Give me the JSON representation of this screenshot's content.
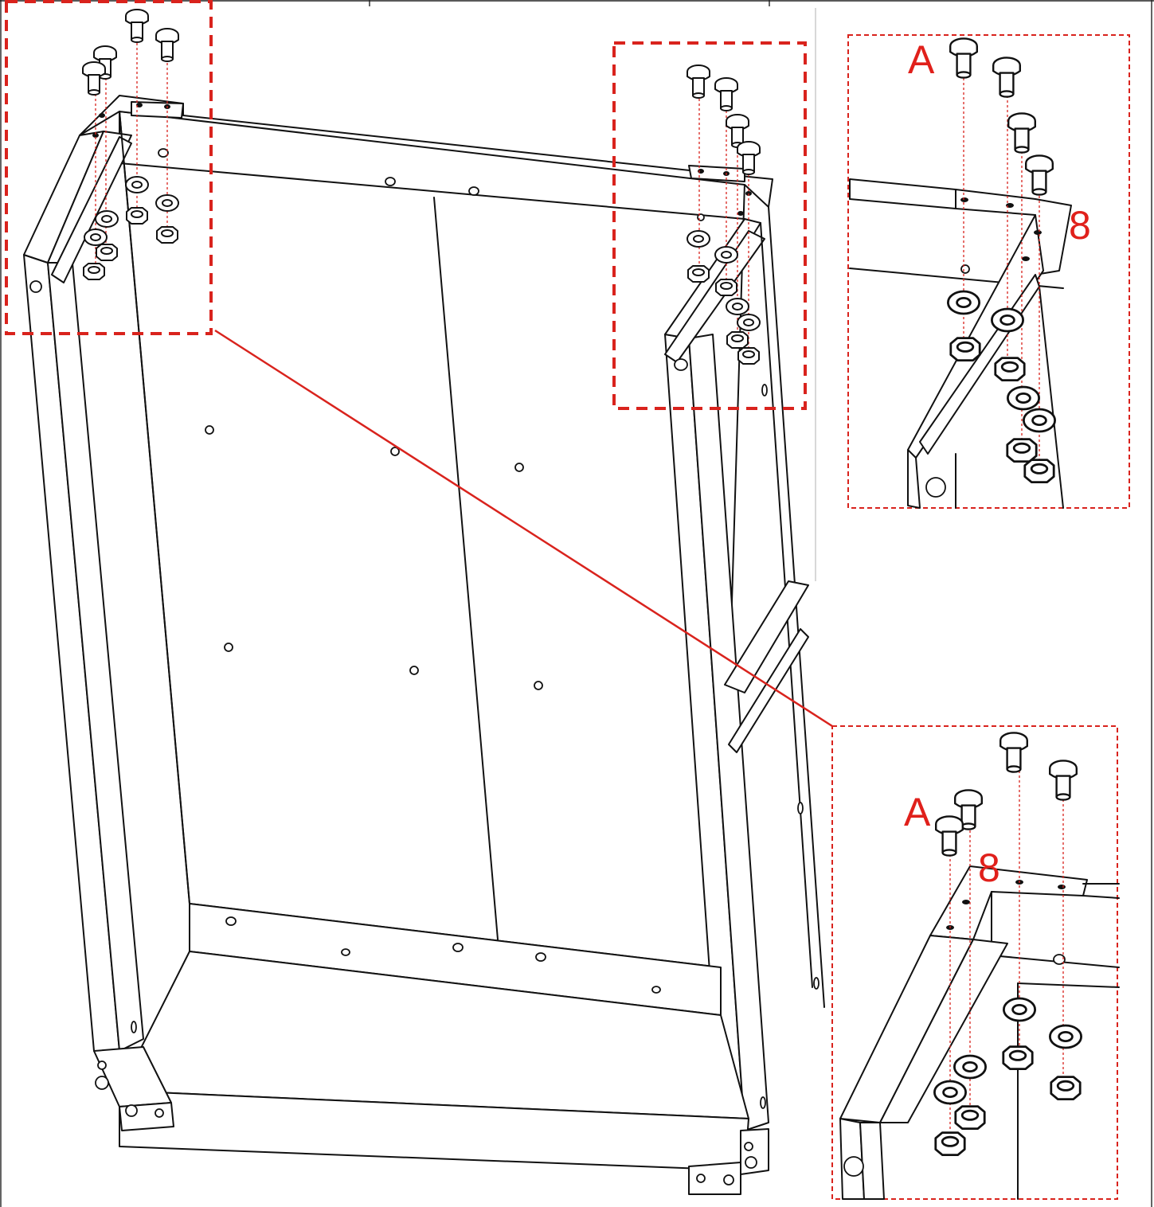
{
  "callouts": {
    "top_detail": {
      "part_label": "A",
      "quantity": "8"
    },
    "bottom_detail": {
      "part_label": "A",
      "quantity": "8"
    }
  },
  "colors": {
    "annotation": "#d9231d",
    "line_art": "#111111",
    "background": "#ffffff"
  }
}
